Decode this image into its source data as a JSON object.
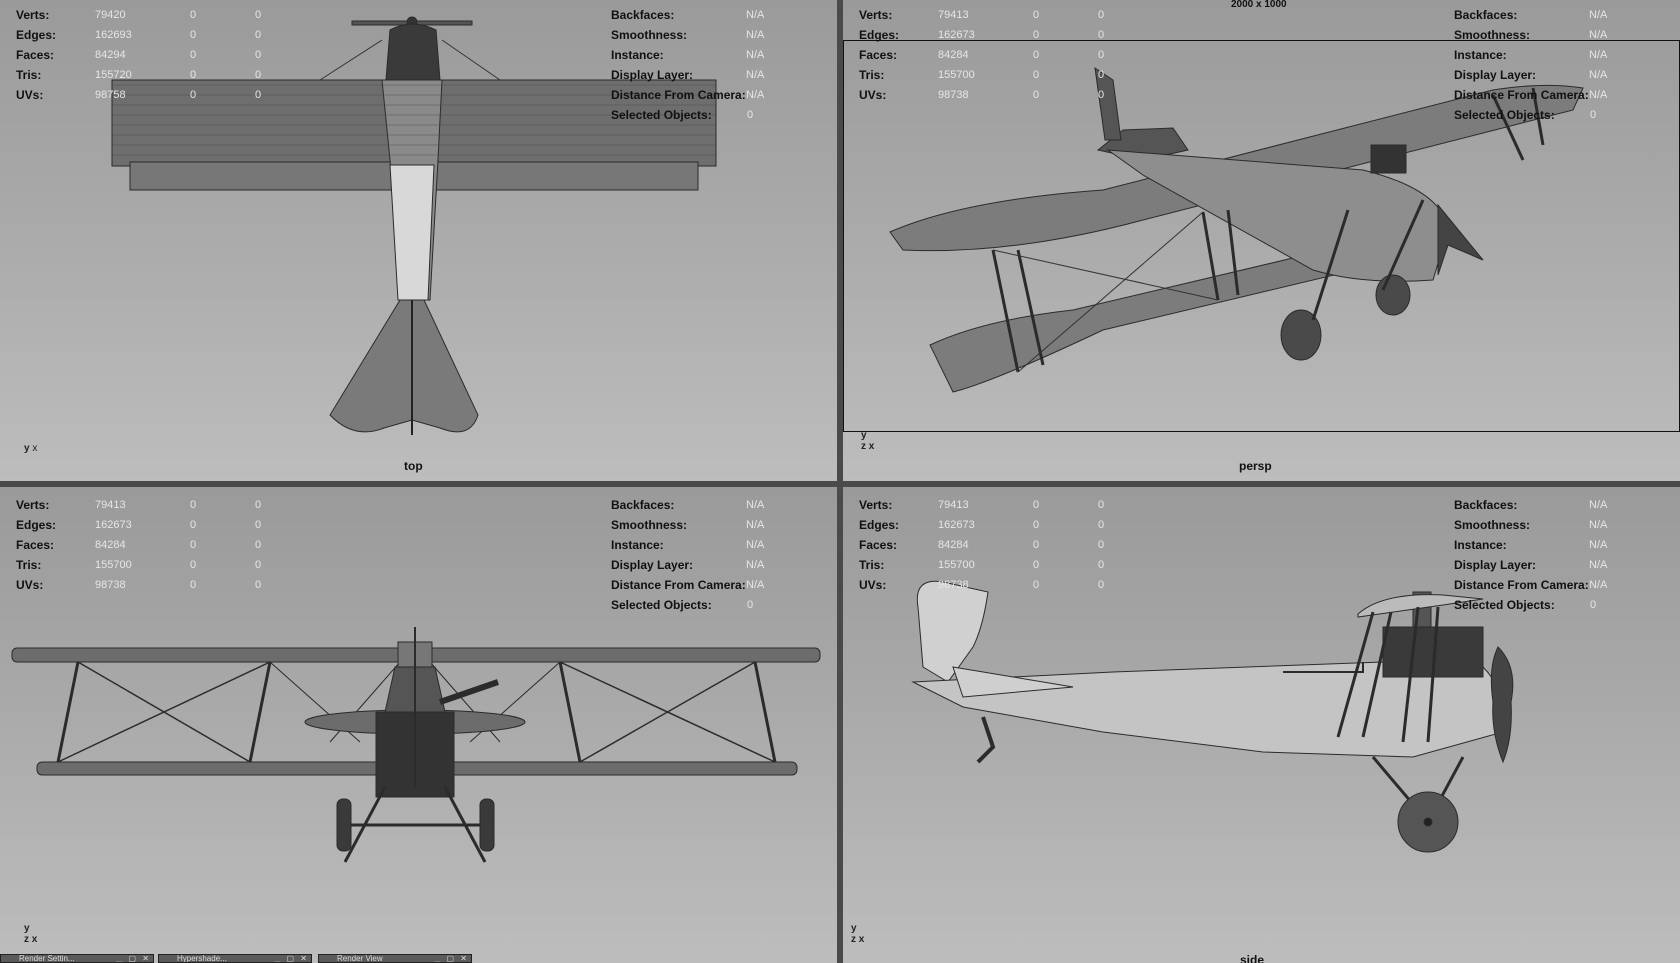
{
  "stats_labels_left": [
    "Verts:",
    "Edges:",
    "Faces:",
    "Tris:",
    "UVs:"
  ],
  "stats_labels_right": [
    "Backfaces:",
    "Smoothness:",
    "Instance:",
    "Display Layer:",
    "Distance From Camera:",
    "Selected Objects:"
  ],
  "viewports": {
    "top": {
      "label": "top",
      "left_values": [
        [
          "79420",
          "0",
          "0"
        ],
        [
          "162693",
          "0",
          "0"
        ],
        [
          "84294",
          "0",
          "0"
        ],
        [
          "155720",
          "0",
          "0"
        ],
        [
          "98758",
          "0",
          "0"
        ]
      ],
      "right_values": [
        "N/A",
        "N/A",
        "N/A",
        "N/A",
        "N/A",
        "0"
      ],
      "axis": "y x\nz"
    },
    "persp": {
      "label": "persp",
      "resolution": "2000 x 1000",
      "left_values": [
        [
          "79413",
          "0",
          "0"
        ],
        [
          "162673",
          "0",
          "0"
        ],
        [
          "84284",
          "0",
          "0"
        ],
        [
          "155700",
          "0",
          "0"
        ],
        [
          "98738",
          "0",
          "0"
        ]
      ],
      "right_values": [
        "N/A",
        "N/A",
        "N/A",
        "N/A",
        "N/A",
        "0"
      ],
      "axis": "y\nz x"
    },
    "front": {
      "label": "",
      "left_values": [
        [
          "79413",
          "0",
          "0"
        ],
        [
          "162673",
          "0",
          "0"
        ],
        [
          "84284",
          "0",
          "0"
        ],
        [
          "155700",
          "0",
          "0"
        ],
        [
          "98738",
          "0",
          "0"
        ]
      ],
      "right_values": [
        "N/A",
        "N/A",
        "N/A",
        "N/A",
        "N/A",
        "0"
      ],
      "axis": "y\nz x"
    },
    "side": {
      "label": "side",
      "left_values": [
        [
          "79413",
          "0",
          "0"
        ],
        [
          "162673",
          "0",
          "0"
        ],
        [
          "84284",
          "0",
          "0"
        ],
        [
          "155700",
          "0",
          "0"
        ],
        [
          "98738",
          "0",
          "0"
        ]
      ],
      "right_values": [
        "N/A",
        "N/A",
        "N/A",
        "N/A",
        "N/A",
        "0"
      ],
      "axis": "y\nz x"
    }
  },
  "taskbar": [
    {
      "label": "Render Settin...",
      "buttons": "▁ ▢ ✕"
    },
    {
      "label": "Hypershade...",
      "buttons": "▁ ▢ ✕"
    },
    {
      "label": "Render View",
      "buttons": "▁ ▢ ✕"
    }
  ],
  "colors": {
    "viewport_top": "#9a9a9a",
    "viewport_bottom": "#bdbdbd",
    "hud_label": "#111111",
    "hud_value": "#e6e6e6",
    "mesh": "#2b2b2b",
    "divider": "#4a4a4a"
  }
}
